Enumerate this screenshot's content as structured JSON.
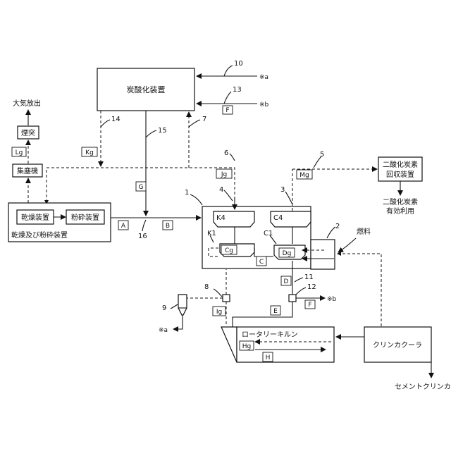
{
  "units": {
    "carbonation": "炭酸化装置",
    "dryer_group": "乾燥及び粉砕装置",
    "dryer": "乾燥装置",
    "crusher": "粉砕装置",
    "dust_collector": "集塵機",
    "chimney": "煙突",
    "atmosphere": "大気放出",
    "co2_recovery_line1": "二酸化炭素",
    "co2_recovery_line2": "回収装置",
    "co2_use_line1": "二酸化炭素",
    "co2_use_line2": "有効利用",
    "fuel": "燃料",
    "rotary_kiln": "ロータリーキルン",
    "clinker_cooler": "クリンカクーラ",
    "cement_clinker": "セメントクリンカ"
  },
  "streams": {
    "A": "A",
    "B": "B",
    "C": "C",
    "D": "D",
    "E": "E",
    "F1": "F",
    "F2": "F",
    "G": "G",
    "H": "H",
    "Hg": "Hg",
    "Ig": "Ig",
    "Jg": "Jg",
    "Kg": "Kg",
    "Lg": "Lg",
    "Mg": "Mg",
    "Cg": "Cg",
    "Dg": "Dg"
  },
  "cyclones": {
    "K4": "K4",
    "C4": "C4",
    "K1": "K1",
    "C1": "C1"
  },
  "refs": {
    "n1": "1",
    "n2": "2",
    "n3": "3",
    "n4": "4",
    "n5": "5",
    "n6": "6",
    "n7": "7",
    "n8": "8",
    "n9": "9",
    "n10": "10",
    "n11": "11",
    "n12": "12",
    "n13": "13",
    "n14": "14",
    "n15": "15",
    "n16": "16"
  },
  "marks": {
    "a_in": "※a",
    "b_in": "※b",
    "a_out": "※a",
    "b_out": "※b"
  }
}
